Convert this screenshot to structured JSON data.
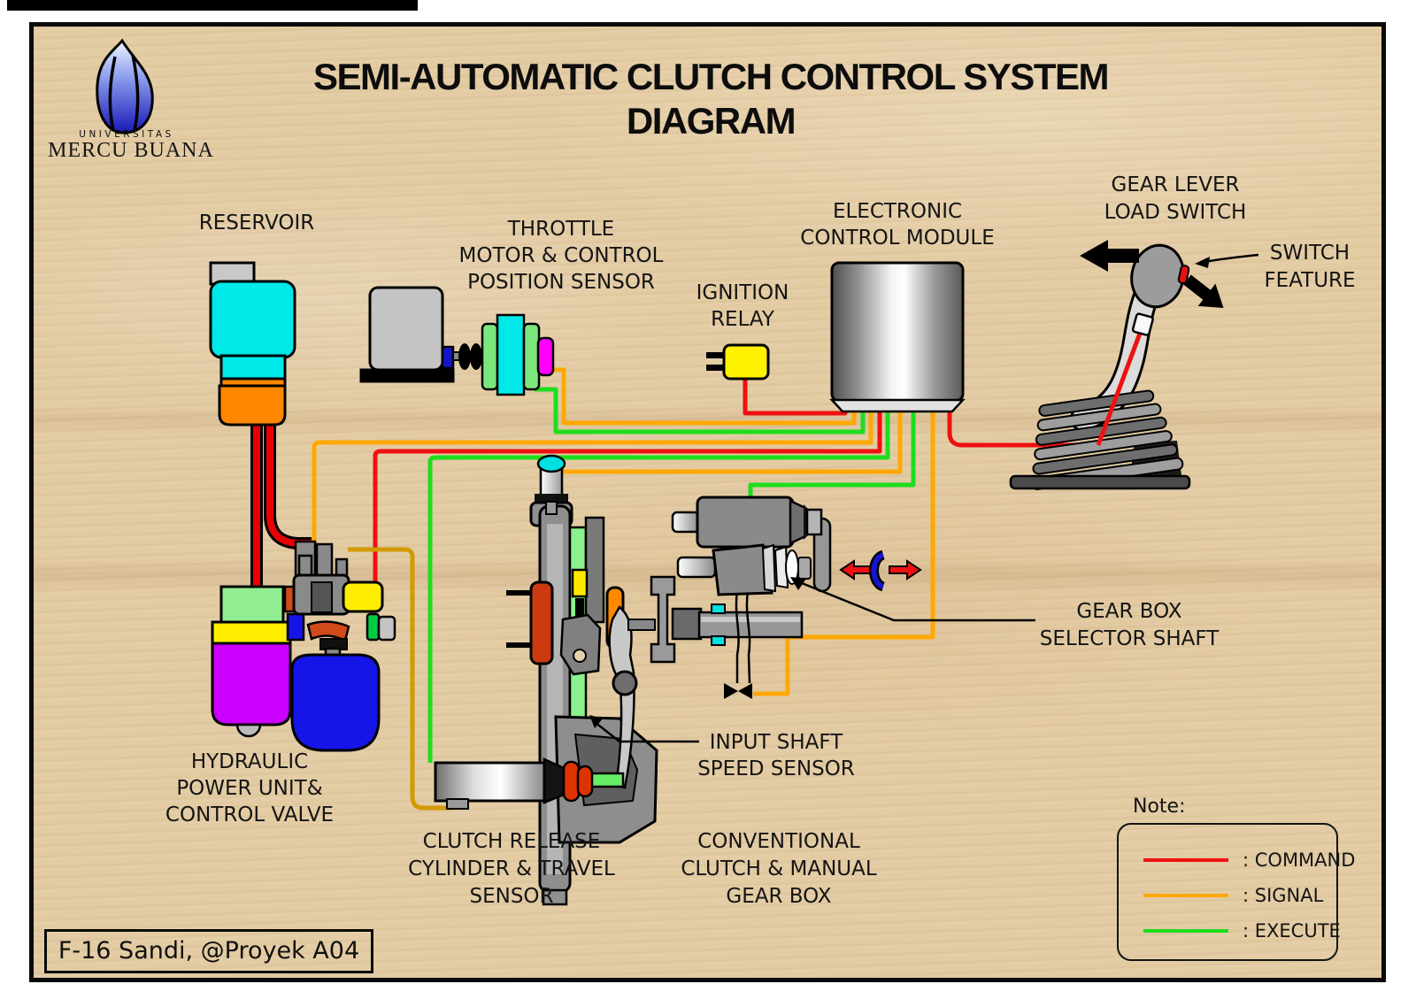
{
  "colors": {
    "command": "#EE1111",
    "signal": "#FFA800",
    "execute": "#1EDD1E",
    "gold": "#D29A00",
    "wood": "#E3CBA3"
  },
  "logo": {
    "university_small": "UNIVERSITAS",
    "university_name": "MERCU BUANA"
  },
  "title": {
    "line1": "SEMI-AUTOMATIC CLUTCH CONTROL SYSTEM",
    "line2": "DIAGRAM"
  },
  "labels": {
    "reservoir": "RESERVOIR",
    "throttle": [
      "THROTTLE",
      "MOTOR & CONTROL",
      "POSITION SENSOR"
    ],
    "ignition_relay": [
      "IGNITION",
      "RELAY"
    ],
    "ecm": [
      "ELECTRONIC",
      "CONTROL MODULE"
    ],
    "gear_lever": [
      "GEAR LEVER",
      "LOAD SWITCH"
    ],
    "switch_feature": [
      "SWITCH",
      "FEATURE"
    ],
    "gearbox_selector": [
      "GEAR BOX",
      "SELECTOR SHAFT"
    ],
    "input_shaft": [
      "INPUT SHAFT",
      "SPEED SENSOR"
    ],
    "hydraulic_unit": [
      "HYDRAULIC",
      "POWER UNIT&",
      "CONTROL VALVE"
    ],
    "clutch_release": [
      "CLUTCH RELEASE",
      "CYLINDER & TRAVEL",
      "SENSOR"
    ],
    "gearbox": [
      "CONVENTIONAL",
      "CLUTCH & MANUAL",
      "GEAR BOX"
    ]
  },
  "legend": {
    "note": "Note:",
    "items": [
      {
        "label": ": COMMAND",
        "color": "#EE1111"
      },
      {
        "label": ": SIGNAL",
        "color": "#FFA800"
      },
      {
        "label": ": EXECUTE",
        "color": "#1EDD1E"
      }
    ]
  },
  "footer": {
    "badge": "F-16 Sandi, @Proyek A04"
  }
}
